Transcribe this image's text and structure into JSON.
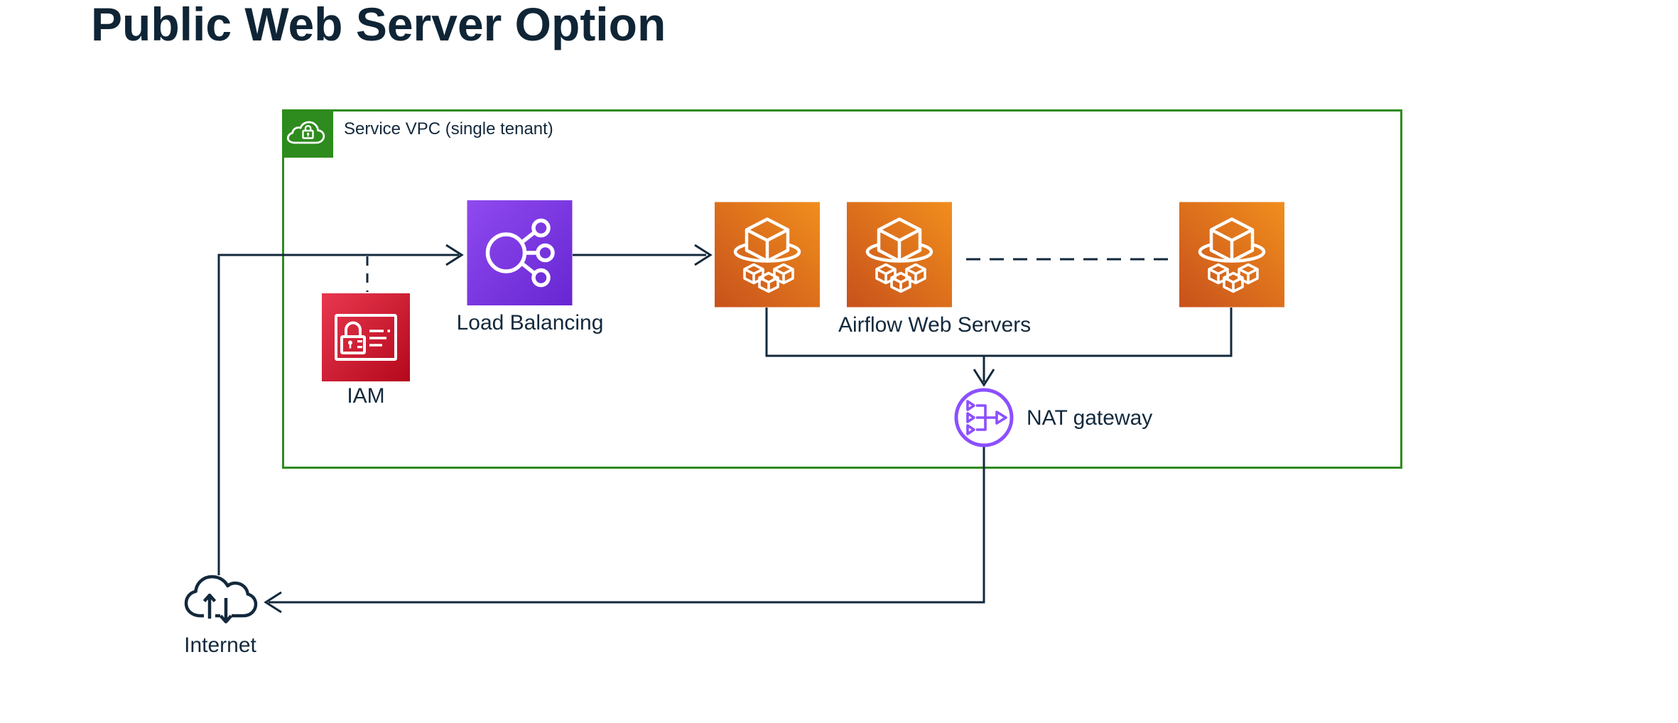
{
  "title": "Public Web Server Option",
  "vpc": {
    "label": "Service VPC (single tenant)",
    "icon": "vpc-cloud-lock-icon",
    "border_color": "#2E8B1D",
    "icon_bg_color": "#2E8B1D"
  },
  "nodes": {
    "iam": {
      "label": "IAM",
      "icon": "iam-card-lock-icon",
      "gradient": [
        "#E8384F",
        "#B4081C"
      ]
    },
    "load_balancing": {
      "label": "Load Balancing",
      "icon": "load-balancer-network-icon",
      "gradient": [
        "#8F4AEF",
        "#6726D2"
      ]
    },
    "airflow_web_servers": {
      "label": "Airflow Web Servers",
      "icon": "ecs-container-service-icon",
      "instance_count": 3,
      "gradient": [
        "#C8511B",
        "#F08E1D"
      ]
    },
    "nat_gateway": {
      "label": "NAT gateway",
      "icon": "nat-gateway-circle-icon",
      "color": "#8C4FFF"
    },
    "internet": {
      "label": "Internet",
      "icon": "internet-cloud-arrows-icon"
    }
  },
  "edges": [
    {
      "from": "internet",
      "to": "load_balancing",
      "style": "solid",
      "arrow": true
    },
    {
      "from": "load_balancing",
      "to": "airflow_web_servers",
      "style": "solid",
      "arrow": true
    },
    {
      "from": "iam",
      "to": "internet_to_load_balancing_line",
      "style": "dashed",
      "arrow": false
    },
    {
      "from": "airflow_web_server_2",
      "to": "airflow_web_server_n",
      "style": "dashed",
      "arrow": false
    },
    {
      "from": "airflow_web_servers",
      "to": "nat_gateway",
      "style": "solid",
      "arrow": true
    },
    {
      "from": "nat_gateway",
      "to": "internet",
      "style": "solid",
      "arrow": true
    }
  ],
  "colors": {
    "text": "#13293C",
    "line": "#13293C",
    "vpc_green": "#2E8B1D",
    "nat_purple": "#8C4FFF"
  }
}
